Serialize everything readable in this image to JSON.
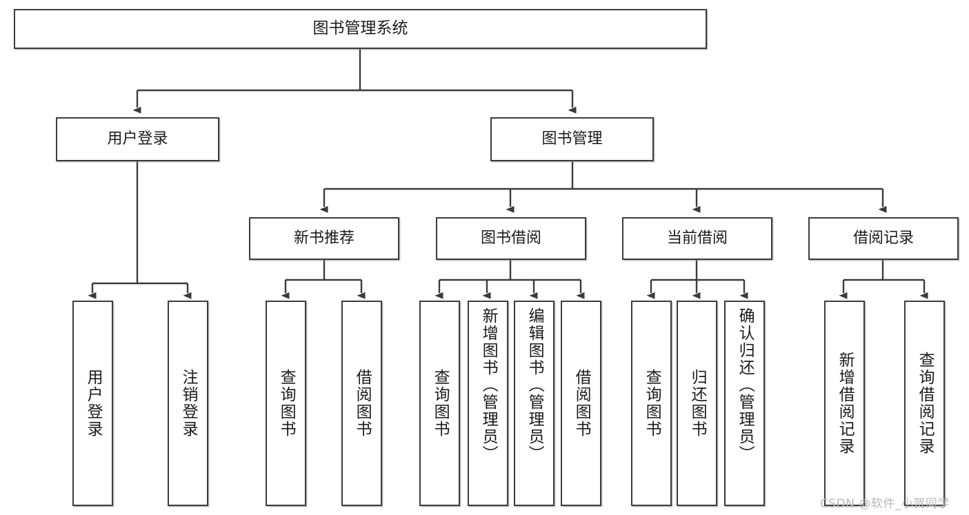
{
  "diagram": {
    "title": "图书管理系统",
    "type": "tree-hierarchy-chart",
    "root": {
      "label": "图书管理系统"
    },
    "level2": [
      {
        "label": "用户登录"
      },
      {
        "label": "图书管理"
      }
    ],
    "level3": [
      {
        "label": "新书推荐"
      },
      {
        "label": "图书借阅"
      },
      {
        "label": "当前借阅"
      },
      {
        "label": "借阅记录"
      }
    ],
    "leaves": {
      "user_login": [
        {
          "label": "用户登录"
        },
        {
          "label": "注销登录"
        }
      ],
      "new_book_recommend": [
        {
          "label": "查询图书"
        },
        {
          "label": "借阅图书"
        }
      ],
      "book_borrow": [
        {
          "label": "查询图书"
        },
        {
          "label": "新增图书（管理员）"
        },
        {
          "label": "编辑图书（管理员）"
        },
        {
          "label": "借阅图书"
        }
      ],
      "current_borrow": [
        {
          "label": "查询图书"
        },
        {
          "label": "归还图书"
        },
        {
          "label": "确认归还（管理员）"
        }
      ],
      "borrow_record": [
        {
          "label": "新增借阅记录"
        },
        {
          "label": "查询借阅记录"
        }
      ]
    }
  },
  "watermark": {
    "text": "CSDN @软件_小贺同学"
  },
  "colors": {
    "box_border": "#3b3b3b",
    "box_fill": "#ffffff",
    "text": "#1b1b1b",
    "connector": "#3b3b3b",
    "watermark": "#b9b9b9"
  }
}
